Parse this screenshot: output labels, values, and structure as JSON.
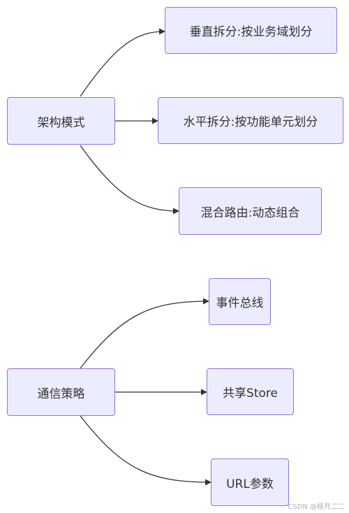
{
  "diagram": {
    "groups": [
      {
        "root": {
          "id": "arch",
          "label": "架构模式"
        },
        "children": [
          {
            "id": "vertical",
            "label": "垂直拆分:按业务域划分"
          },
          {
            "id": "horizontal",
            "label": "水平拆分:按功能单元划分"
          },
          {
            "id": "hybrid",
            "label": "混合路由:动态组合"
          }
        ]
      },
      {
        "root": {
          "id": "comm",
          "label": "通信策略"
        },
        "children": [
          {
            "id": "eventbus",
            "label": "事件总线"
          },
          {
            "id": "store",
            "label": "共享Store"
          },
          {
            "id": "url",
            "label": "URL参数"
          }
        ]
      }
    ],
    "edges": [
      {
        "from": "arch",
        "to": "vertical"
      },
      {
        "from": "arch",
        "to": "horizontal"
      },
      {
        "from": "arch",
        "to": "hybrid"
      },
      {
        "from": "comm",
        "to": "eventbus"
      },
      {
        "from": "comm",
        "to": "store"
      },
      {
        "from": "comm",
        "to": "url"
      }
    ],
    "colors": {
      "node_fill": "#ececff",
      "node_border": "#9370db",
      "edge": "#333333"
    }
  },
  "watermark": "CSDN @桂月二二"
}
